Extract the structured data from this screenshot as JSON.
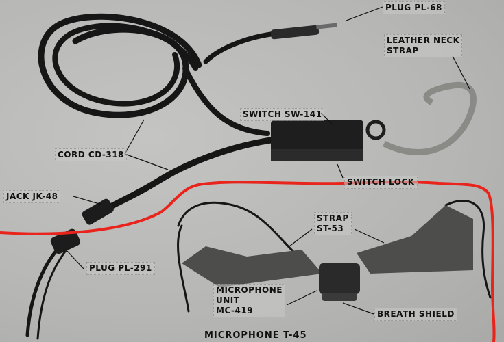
{
  "figure": {
    "title": "MICROPHONE T-45",
    "labels": [
      {
        "id": "plug-pl-68",
        "text": "PLUG PL-68"
      },
      {
        "id": "leather-neck-strap",
        "text": "LEATHER NECK\nSTRAP"
      },
      {
        "id": "switch-sw-141",
        "text": "SWITCH SW-141"
      },
      {
        "id": "cord-cd-318",
        "text": "CORD CD-318"
      },
      {
        "id": "switch-lock",
        "text": "SWITCH LOCK"
      },
      {
        "id": "jack-jk-48",
        "text": "JACK JK-48"
      },
      {
        "id": "strap-st-53",
        "text": "STRAP\nST-53"
      },
      {
        "id": "plug-pl-291",
        "text": "PLUG PL-291"
      },
      {
        "id": "microphone-unit-mc-419",
        "text": "MICROPHONE\nUNIT\nMC-419"
      },
      {
        "id": "breath-shield",
        "text": "BREATH SHIELD"
      }
    ],
    "annotation": {
      "type": "freehand-outline",
      "color": "#e8241c",
      "encloses": "MICROPHONE T-45 assembly"
    }
  }
}
